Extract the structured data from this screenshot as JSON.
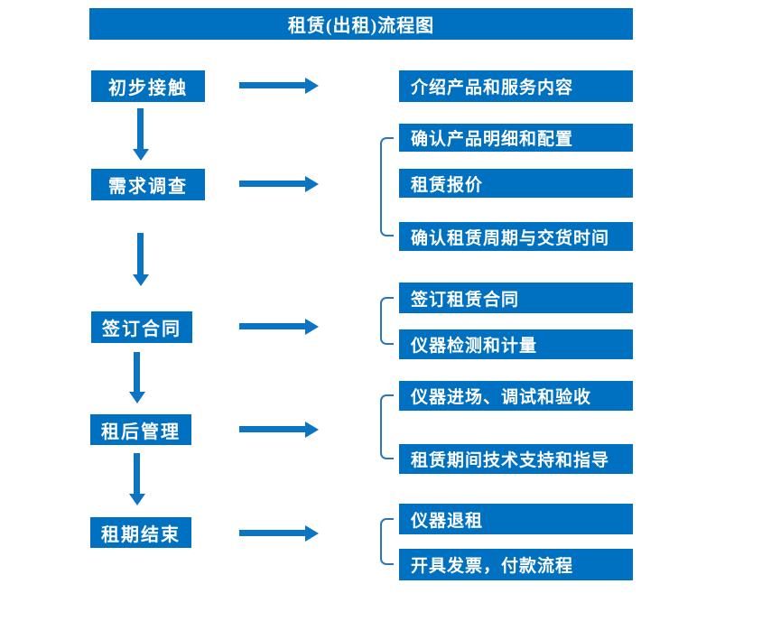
{
  "title": "租赁(出租)流程图",
  "colors": {
    "box": "#0070c0",
    "arrow": "#0d73c3",
    "bracket": "#2e75b6",
    "text": "#ffffff",
    "background": "#ffffff"
  },
  "stages": [
    {
      "label": "初步接触",
      "details": [
        "介绍产品和服务内容"
      ]
    },
    {
      "label": "需求调查",
      "details": [
        "确认产品明细和配置",
        "租赁报价",
        "确认租赁周期与交货时间"
      ]
    },
    {
      "label": "签订合同",
      "details": [
        "签订租赁合同",
        "仪器检测和计量"
      ]
    },
    {
      "label": "租后管理",
      "details": [
        "仪器进场、调试和验收",
        "租赁期间技术支持和指导"
      ]
    },
    {
      "label": "租期结束",
      "details": [
        "仪器退租",
        "开具发票，付款流程"
      ]
    }
  ]
}
